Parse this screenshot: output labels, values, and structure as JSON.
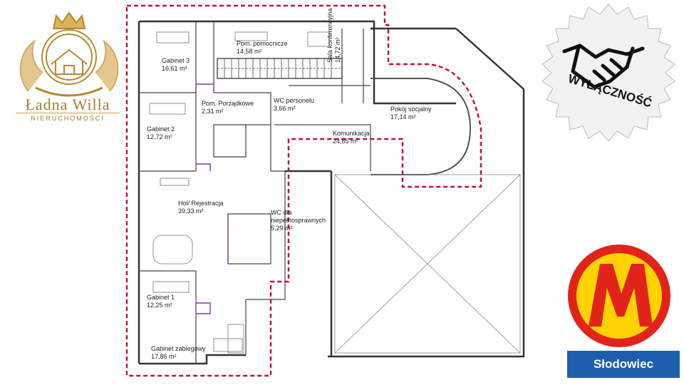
{
  "brand": {
    "name": "Ładna Willa",
    "tagline": "NIERUCHOMOŚCI",
    "gold": "#b8892f"
  },
  "badge": {
    "text": "WYŁĄCZNOŚĆ",
    "icon": "handshake-icon"
  },
  "metro": {
    "station": "Słodowiec",
    "logo_red": "#e2231a",
    "logo_yellow": "#ffd200",
    "label_blue": "#1d5fae"
  },
  "plan": {
    "highlight_color": "#c0163a",
    "rooms": [
      {
        "id": "gabinet-3",
        "name": "Gabinet 3",
        "area": "16,61 m²"
      },
      {
        "id": "pom-pomocnicze",
        "name": "Pom. pomocnicze",
        "area": "14,58 m²"
      },
      {
        "id": "sala-konferencyjna",
        "name": "Sala konferencyjna",
        "area": "14,72 m²"
      },
      {
        "id": "pom-porzadkowe",
        "name": "Pom. Porządkowe",
        "area": "2,31 m²"
      },
      {
        "id": "wc-personelu",
        "name": "WC personelu",
        "area": "3,66 m²"
      },
      {
        "id": "pokoj-socjalny",
        "name": "Pokój socjalny",
        "area": "17,14 m²"
      },
      {
        "id": "gabinet-2",
        "name": "Gabinet 2",
        "area": "12,72 m²"
      },
      {
        "id": "komunikacja",
        "name": "Komunikacja",
        "area": "24,85 m²"
      },
      {
        "id": "hol-rejestracja",
        "name": "Hol/ Rejestracja",
        "area": "39,33 m²"
      },
      {
        "id": "wc-niepelnosprawnych",
        "name": "WC dla\nniepełnosprawnych",
        "area": "5,29 m²"
      },
      {
        "id": "gabinet-1",
        "name": "Gabinet 1",
        "area": "12,25 m²"
      },
      {
        "id": "gabinet-zabiegowy",
        "name": "Gabinet zabiegowy",
        "area": "17,86 m²"
      }
    ]
  }
}
